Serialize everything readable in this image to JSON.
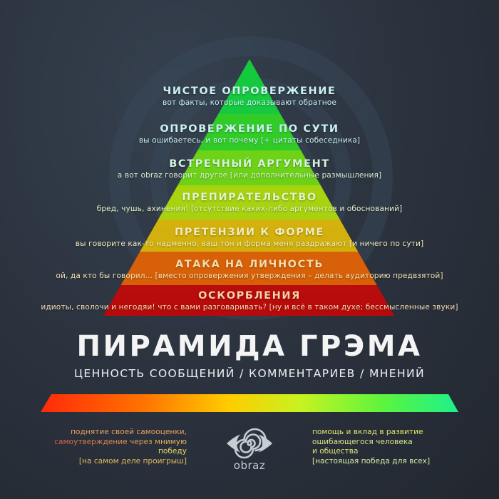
{
  "colors": {
    "background": "#2c3440",
    "level_colors": [
      "#14c93c",
      "#2bcc2a",
      "#6ad516",
      "#b3d50e",
      "#d8b60c",
      "#e06208",
      "#c30c0c"
    ],
    "title_text_top": "#c9f1ef",
    "title_text_bottom": "#f6d2a8",
    "bar_gradient": [
      "#ff2a0a",
      "#ff7b00",
      "#ffd000",
      "#c8f520",
      "#5cf53c",
      "#1ef08a"
    ]
  },
  "pyramid": {
    "levels": [
      {
        "title": "ЧИСТОЕ ОПРОВЕРЖЕНИЕ",
        "description": "вот факты, которые доказывают обратное",
        "title_color": "#c9f1ef",
        "desc_color": "#c9f1ef"
      },
      {
        "title": "ОПРОВЕРЖЕНИЕ ПО СУТИ",
        "description": "вы ошибаетесь, и вот почему [+ цитаты собеседника]",
        "title_color": "#c9f1ef",
        "desc_color": "#c9f1ef"
      },
      {
        "title": "ВСТРЕЧНЫЙ АРГУМЕНТ",
        "description": "а вот obraz говорит другое [или дополнительные размышления]",
        "title_color": "#d5f2dc",
        "desc_color": "#d8f0d4"
      },
      {
        "title": "ПРЕПИРАТЕЛЬСТВО",
        "description": "бред, чушь, ахинения! [отсутствие каких-либо аргументов и обоснований]",
        "title_color": "#e3f4c8",
        "desc_color": "#e6f2c6"
      },
      {
        "title": "ПРЕТЕНЗИИ К ФОРМЕ",
        "description": "вы говорите как-то надменно, ваш тон и форма меня раздражают [и ничего по сути]",
        "title_color": "#f1ecb8",
        "desc_color": "#f1ecbc"
      },
      {
        "title": "АТАКА НА ЛИЧНОСТЬ",
        "description": "ой, да кто бы говорил... [вместо опровержения утверждения – делать аудиторию предвзятой]",
        "title_color": "#f6dcaa",
        "desc_color": "#f4e0b4"
      },
      {
        "title": "ОСКОРБЛЕНИЯ",
        "description": "идиоты, сволочи и негодяи! что с вами разговаривать? [ну и всё в таком духе; бессмысленные звуки]",
        "title_color": "#f6d2a8",
        "desc_color": "#f6dcb8"
      }
    ]
  },
  "header": {
    "title": "ПИРАМИДА ГРЭМА",
    "subtitle": "ЦЕННОСТЬ СООБЩЕНИЙ / КОММЕНТАРИЕВ / МНЕНИЙ"
  },
  "footer": {
    "left_note": {
      "lines": [
        {
          "text": "поднятие своей самооценки,",
          "color": "#e4a25a"
        },
        {
          "text": "самоутверждение через мнимую",
          "color": "#e0a455"
        },
        {
          "text": "победу",
          "color": "#e6d46a"
        },
        {
          "text": "[на самом деле проигрыш]",
          "color": "#e3b85c"
        }
      ]
    },
    "logo": {
      "icon": "eye-spiral-icon",
      "name": "obraz"
    },
    "right_note": {
      "lines": [
        {
          "text": "помощь и вклад в развитие",
          "color": "#e4e46a"
        },
        {
          "text": "ошибающегося человека",
          "color": "#d8e48a"
        },
        {
          "text": "и общества",
          "color": "#dfe27a"
        },
        {
          "text": "[настоящая победа для всех]",
          "color": "#d6e9a8"
        }
      ]
    }
  }
}
